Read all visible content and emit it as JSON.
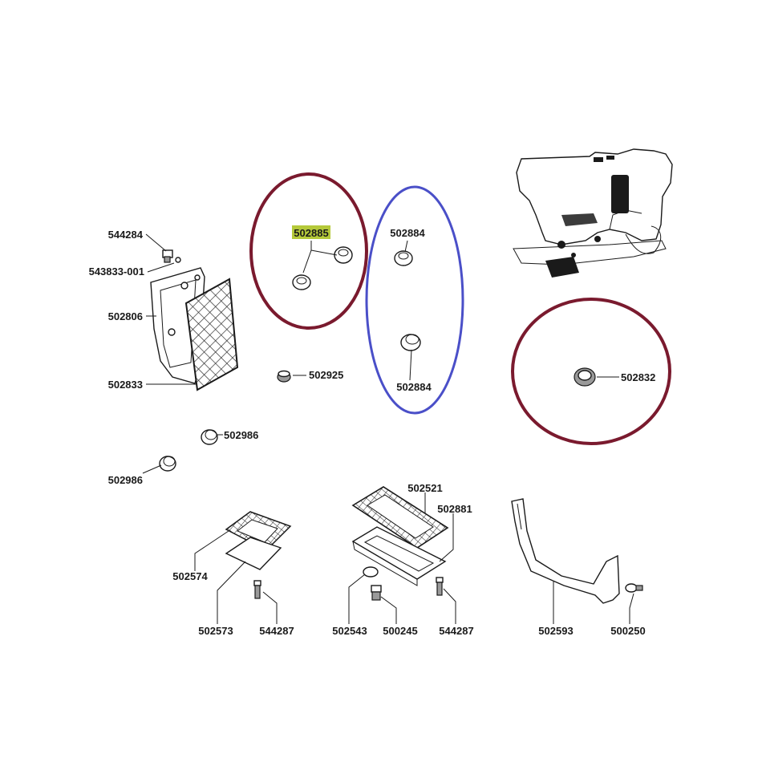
{
  "highlight_color": "#b5c93a",
  "circle_colors": {
    "red": "#7a1a2e",
    "blue": "#4a4fc8"
  },
  "labels": {
    "p544284": "544284",
    "p543833": "543833-001",
    "p502806": "502806",
    "p502833": "502833",
    "p502885": "502885",
    "p502884a": "502884",
    "p502884b": "502884",
    "p502925": "502925",
    "p502832": "502832",
    "p502986a": "502986",
    "p502986b": "502986",
    "p502521": "502521",
    "p502881": "502881",
    "p502574": "502574",
    "p502573": "502573",
    "p544287a": "544287",
    "p502543": "502543",
    "p500245": "500245",
    "p544287b": "544287",
    "p502593": "502593",
    "p500250": "500250"
  }
}
